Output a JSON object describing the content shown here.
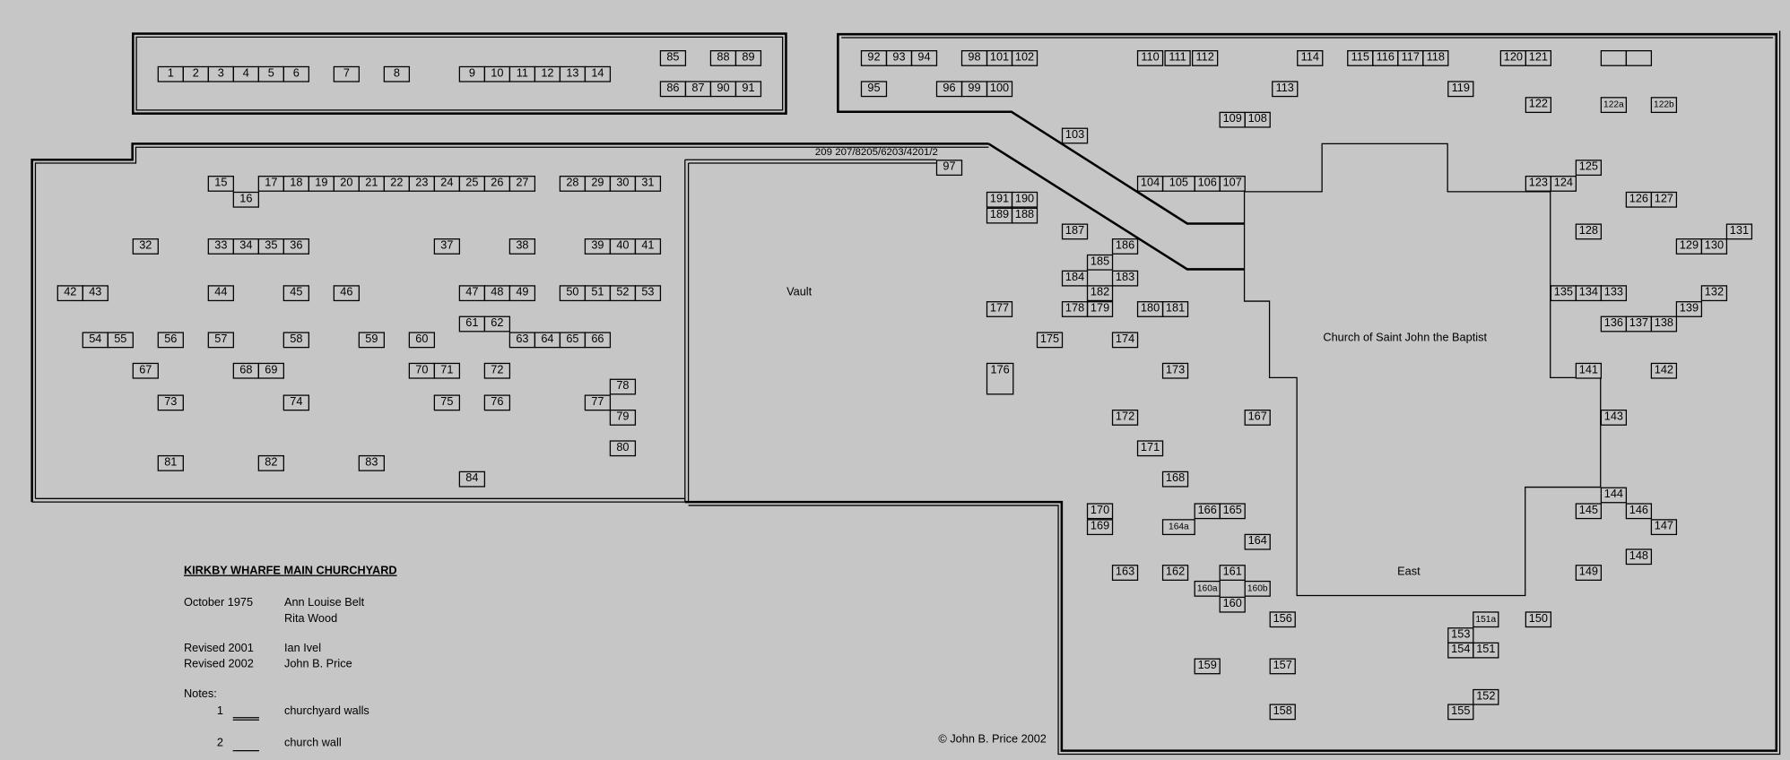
{
  "title": "KIRKBY WHARFE MAIN CHURCHYARD",
  "credits": [
    {
      "date": "October 1975",
      "names": [
        "Ann Louise Belt",
        "Rita Wood"
      ]
    },
    {
      "date": "Revised 2001",
      "names": [
        "Ian Ivel"
      ]
    },
    {
      "date": "Revised 2002",
      "names": [
        "John B. Price"
      ]
    }
  ],
  "notes_label": "Notes:",
  "notes": [
    {
      "num": "1",
      "text": "churchyard walls"
    },
    {
      "num": "2",
      "text": "church wall"
    }
  ],
  "labels": {
    "vault": "Vault",
    "church": "Church of Saint John the Baptist",
    "east": "East",
    "wall_graves": "209  207/8205/6203/4201/2",
    "copyright": "© John B. Price 2002"
  },
  "graves": [
    "1",
    "2",
    "3",
    "4",
    "5",
    "6",
    "7",
    "8",
    "9",
    "10",
    "11",
    "12",
    "13",
    "14",
    "15",
    "16",
    "17",
    "18",
    "19",
    "20",
    "21",
    "22",
    "23",
    "24",
    "25",
    "26",
    "27",
    "28",
    "29",
    "30",
    "31",
    "32",
    "33",
    "34",
    "35",
    "36",
    "37",
    "38",
    "39",
    "40",
    "41",
    "42",
    "43",
    "44",
    "45",
    "46",
    "47",
    "48",
    "49",
    "50",
    "51",
    "52",
    "53",
    "54",
    "55",
    "56",
    "57",
    "58",
    "59",
    "60",
    "61",
    "62",
    "63",
    "64",
    "65",
    "66",
    "67",
    "68",
    "69",
    "70",
    "71",
    "72",
    "73",
    "74",
    "75",
    "76",
    "77",
    "78",
    "79",
    "80",
    "81",
    "82",
    "83",
    "84",
    "85",
    "86",
    "87",
    "88",
    "89",
    "90",
    "91",
    "92",
    "93",
    "94",
    "95",
    "96",
    "97",
    "98",
    "99",
    "100",
    "101",
    "102",
    "103",
    "104",
    "105",
    "106",
    "107",
    "108",
    "109",
    "110",
    "111",
    "112",
    "113",
    "114",
    "115",
    "116",
    "117",
    "118",
    "119",
    "120",
    "121",
    "",
    "",
    "122",
    "122a",
    "122b",
    "123",
    "124",
    "125",
    "126",
    "127",
    "128",
    "129",
    "130",
    "131",
    "132",
    "133",
    "134",
    "135",
    "136",
    "137",
    "138",
    "139",
    "141",
    "142",
    "143",
    "144",
    "145",
    "146",
    "147",
    "148",
    "149",
    "150",
    "151",
    "151a",
    "152",
    "153",
    "154",
    "155",
    "156",
    "157",
    "158",
    "159",
    "160",
    "160a",
    "160b",
    "161",
    "162",
    "163",
    "164",
    "164a",
    "165",
    "166",
    "167",
    "168",
    "169",
    "170",
    "171",
    "172",
    "173",
    "174",
    "175",
    "176",
    "177",
    "178",
    "179",
    "180",
    "181",
    "182",
    "183",
    "184",
    "185",
    "186",
    "187",
    "188",
    "189",
    "190",
    "191"
  ]
}
